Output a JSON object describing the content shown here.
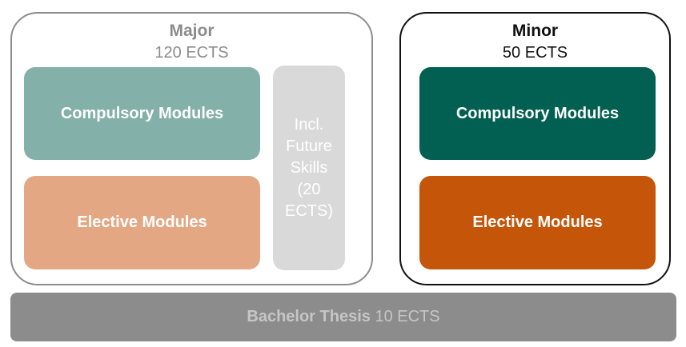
{
  "major": {
    "title": "Major",
    "ects": "120 ECTS",
    "compulsory_label": "Compulsory Modules",
    "elective_label": "Elective Modules",
    "future_skills": {
      "line1": "Incl.",
      "line2": "Future",
      "line3": "Skills",
      "line4": "(20",
      "line5": "ECTS)"
    }
  },
  "minor": {
    "title": "Minor",
    "ects": "50 ECTS",
    "compulsory_label": "Compulsory Modules",
    "elective_label": "Elective Modules"
  },
  "thesis": {
    "name": "Bachelor Thesis",
    "ects": "10 ECTS"
  },
  "colors": {
    "major_compulsory": "#83b0a8",
    "major_elective": "#e3a883",
    "future_skills": "#d9d9d9",
    "minor_compulsory": "#026052",
    "minor_elective": "#c55509",
    "thesis_bar": "#8c8c8c"
  }
}
